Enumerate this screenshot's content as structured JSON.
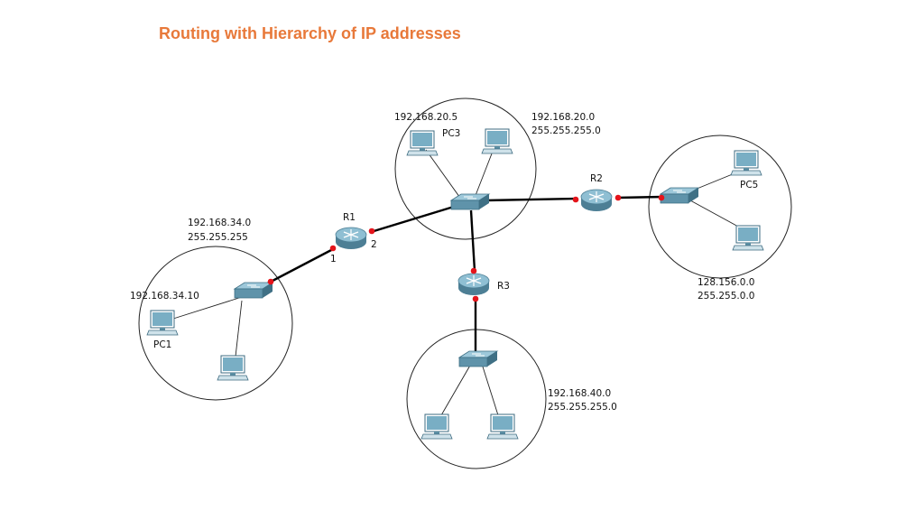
{
  "title": "Routing with Hierarchy of IP addresses",
  "colors": {
    "title": "#e8793a",
    "port": "#e4141b",
    "device": "#6aa0b8"
  },
  "labels": {
    "net_left": [
      "192.168.34.0",
      "255.255.255"
    ],
    "pc1_ip": "192.168.34.10",
    "pc1": "PC1",
    "r1": "R1",
    "r1_port1": "1",
    "r1_port2": "2",
    "pc3_ip": "192.168.20.5",
    "pc3": "PC3",
    "net_top": [
      "192.168.20.0",
      "255.255.255.0"
    ],
    "r2": "R2",
    "pc5": "PC5",
    "net_right": [
      "128.156.0.0",
      "255.255.0.0"
    ],
    "r3": "R3",
    "net_bottom": [
      "192.168.40.0",
      "255.255.255.0"
    ]
  },
  "icons": {
    "router": "router-icon",
    "switch": "switch-icon",
    "pc": "pc-icon"
  }
}
